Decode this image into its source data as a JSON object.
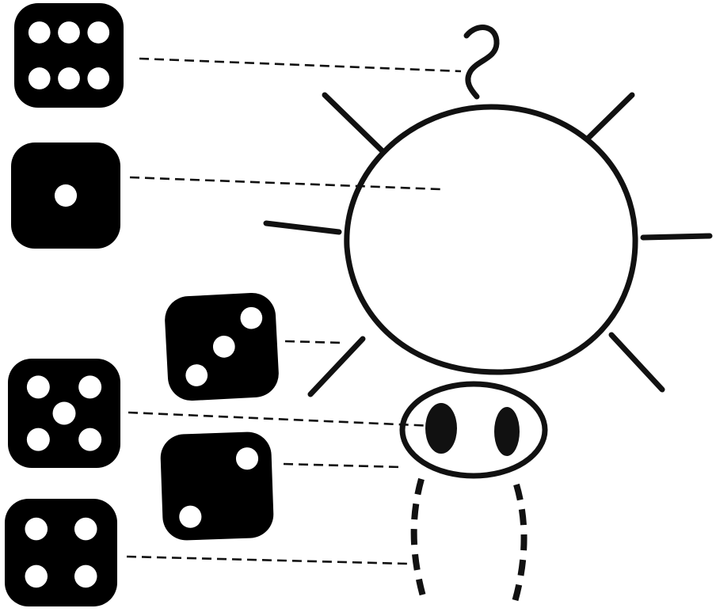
{
  "legend": [
    {
      "id": "six",
      "pips": 6
    },
    {
      "id": "one",
      "pips": 1
    },
    {
      "id": "three",
      "pips": 3
    },
    {
      "id": "five",
      "pips": 5
    },
    {
      "id": "two",
      "pips": 2
    },
    {
      "id": "four",
      "pips": 4
    }
  ],
  "colors": {
    "ink": "#111111",
    "die_fill": "#000000",
    "pip_fill": "#ffffff",
    "background": "#ffffff"
  }
}
